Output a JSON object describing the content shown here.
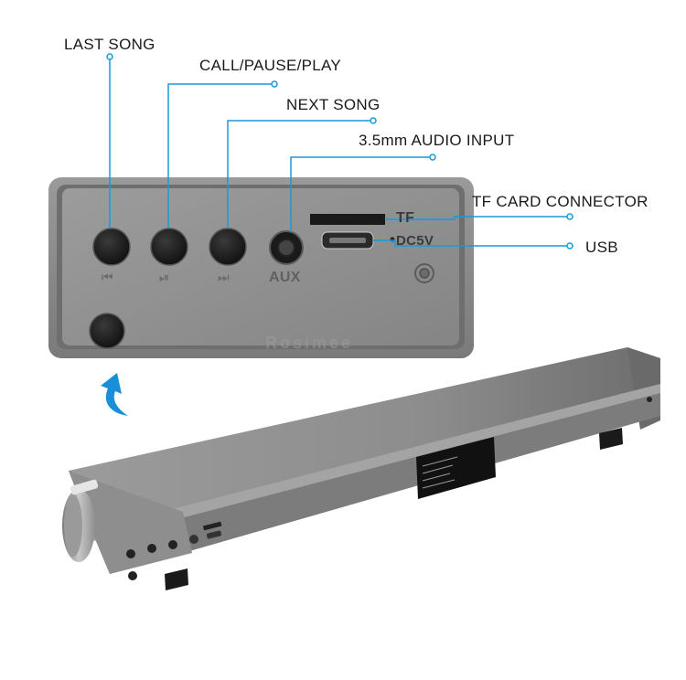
{
  "callouts": {
    "last_song": "LAST SONG",
    "call_pause_play": "CALL/PAUSE/PLAY",
    "next_song": "NEXT SONG",
    "audio_input": "3.5mm AUDIO INPUT",
    "tf_card": "TF CARD CONNECTOR",
    "usb": "USB"
  },
  "panel": {
    "aux_label": "AUX",
    "tf_label": "TF",
    "dc_label": "DC5V",
    "watermark": "Rosimee",
    "prev_icon": "⏮",
    "play_icon": "⏯",
    "next_icon": "⏭"
  },
  "colors": {
    "callout_line": "#1a9ad6",
    "arrow": "#1a8fd8",
    "panel_metal": "#8c8c8c",
    "button": "#1c1c1c"
  }
}
